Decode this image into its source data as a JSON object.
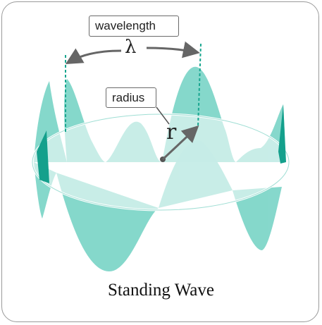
{
  "labels": {
    "wavelength": "wavelength",
    "lambda": "λ",
    "radius": "radius",
    "r": "r"
  },
  "caption": "Standing Wave",
  "colors": {
    "wave_fill": "#7fd6c9",
    "wave_dark": "#14a08c",
    "dashed": "#1aa690",
    "arrow": "#666666",
    "border": "#9a9a9a"
  }
}
